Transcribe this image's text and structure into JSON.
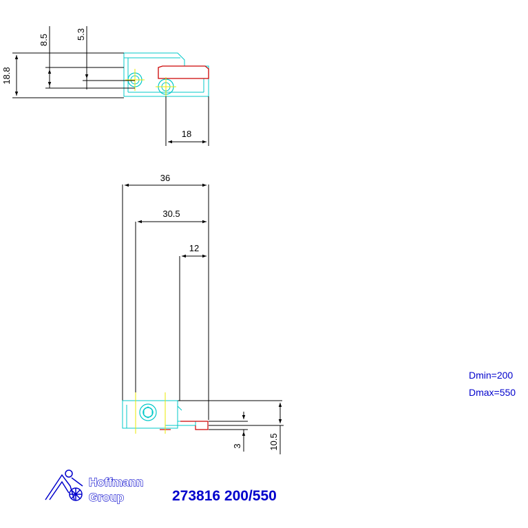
{
  "dimensions": {
    "top_view": {
      "overall_height": "18.8",
      "hole_offset_a": "8.5",
      "hole_offset_b": "5.3",
      "width": "18"
    },
    "side_view": {
      "overall_width": "36",
      "inner_width": "30.5",
      "slot_width": "12",
      "base_height": "10.5",
      "lip_height": "3"
    }
  },
  "params": {
    "dmin": "Dmin=200",
    "dmax": "Dmax=550"
  },
  "part_number": "273816 200/550",
  "logo": {
    "line1": "Hoffmann",
    "line2": "Group"
  },
  "colors": {
    "dimension": "#000000",
    "part_outline": "#00c8c8",
    "insert_outline": "#cc0000",
    "centerline": "#e8e800",
    "brand": "#0000cc"
  }
}
